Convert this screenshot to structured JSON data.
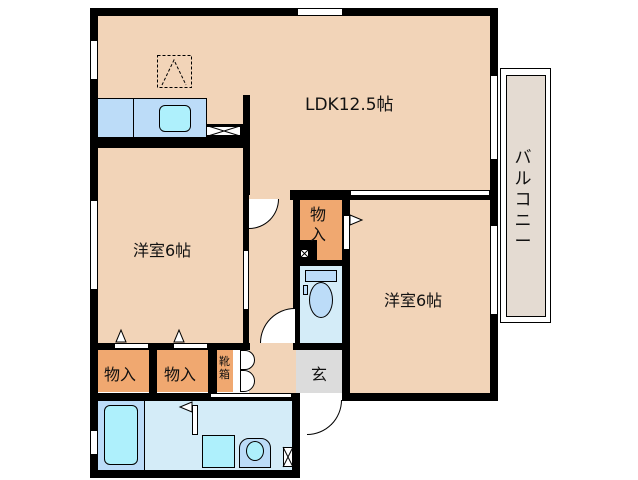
{
  "floorplan": {
    "rooms": {
      "ldk": {
        "label": "LDK12.5帖"
      },
      "western_room_left": {
        "label": "洋室6帖"
      },
      "western_room_right": {
        "label": "洋室6帖"
      },
      "closet_1": {
        "label": "物入"
      },
      "closet_2": {
        "label": "物入"
      },
      "closet_3": {
        "label": "物入"
      },
      "shoe_box": {
        "label": "靴箱"
      },
      "entrance": {
        "label": "玄"
      },
      "balcony": {
        "label": "バルコニー"
      }
    },
    "fixtures": [
      "kitchen-counter",
      "kitchen-sink",
      "range-hood",
      "refrigerator-space",
      "toilet",
      "bathtub",
      "washbasin",
      "washing-machine-space"
    ],
    "colors": {
      "floor": "#f2d4b8",
      "closet": "#f0a870",
      "wet_area": "#d4ecf8",
      "kitchen": "#bcdcf8",
      "entrance": "#dcdcdc",
      "balcony": "#e4dbd2",
      "wall": "#000000"
    }
  }
}
